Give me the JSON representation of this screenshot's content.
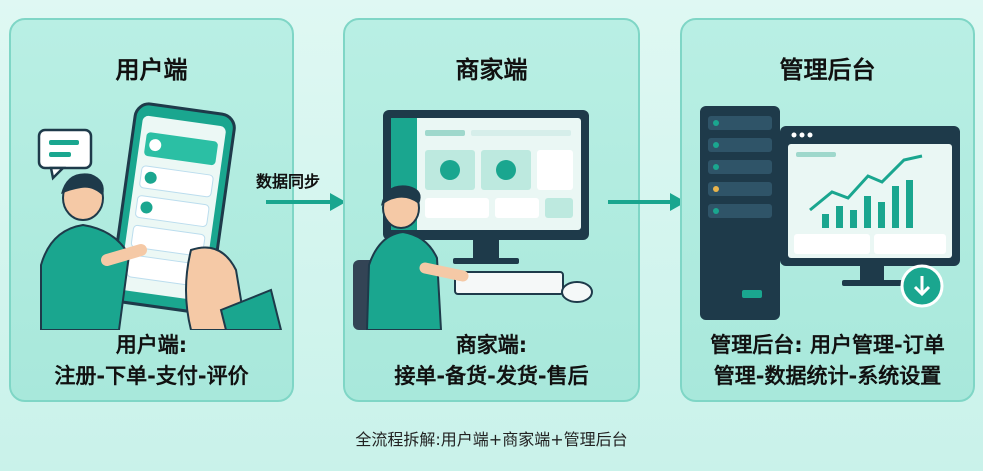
{
  "panels": [
    {
      "title": "用户端",
      "desc_line1": "用户端:",
      "desc_line2": "注册-下单-支付-评价"
    },
    {
      "title": "商家端",
      "desc_line1": "商家端:",
      "desc_line2": "接单-备货-发货-售后"
    },
    {
      "title": "管理后台",
      "desc_line1": "管理后台: 用户管理-订单",
      "desc_line2": "管理-数据统计-系统设置"
    }
  ],
  "arrows": {
    "sync_label": "数据同步"
  },
  "caption": "全流程拆解:用户端+商家端+管理后台",
  "colors": {
    "accent": "#1aa68f",
    "panel_bg": "#b3ede1",
    "panel_border": "#7fd6c6"
  }
}
